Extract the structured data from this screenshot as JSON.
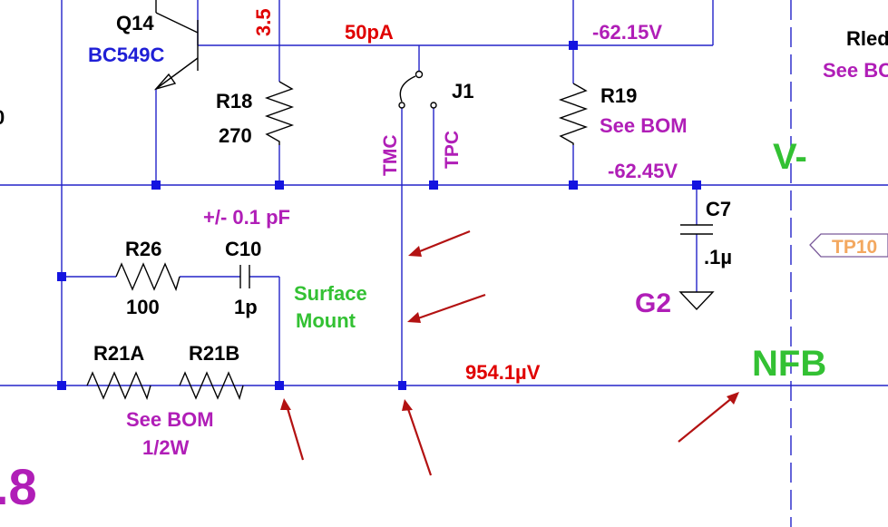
{
  "colors": {
    "wire": "#2323c9",
    "node": "#1414e0",
    "net_label_red": "#e00000",
    "purple_label": "#b01eb7",
    "green_label": "#33c133",
    "blue_label": "#1f1fd6",
    "annotation_arrow": "#b31212",
    "tp_label": "#f3a860"
  },
  "labels": {
    "q14_name": "Q14",
    "q14_model": "BC549C",
    "r18_top_value": "3.5",
    "r18_name": "R18",
    "r18_value": "270",
    "current_top": "50pA",
    "j1_name": "J1",
    "tmc": "TMC",
    "tpc": "TPC",
    "v_top": "-62.15V",
    "r19_name": "R19",
    "r19_value": "See BOM",
    "v_mid": "-62.45V",
    "vminus": "V-",
    "rled_partial": "Rled",
    "see_bom_partial": "See BO",
    "left_zero": "0",
    "cap_tol": "+/- 0.1 pF",
    "r26_name": "R26",
    "r26_value": "100",
    "c10_name": "C10",
    "c10_value": "1p",
    "surface_line1": "Surface",
    "surface_line2": "Mount",
    "c7_name": "C7",
    "c7_value": ".1µ",
    "g2": "G2",
    "tp10": "TP10",
    "r21a": "R21A",
    "r21b": "R21B",
    "see_bom_bottom": "See BOM",
    "half_watt": "1/2W",
    "voltage_bottom": "954.1µV",
    "nfb": "NFB",
    "left_big": ".8"
  }
}
